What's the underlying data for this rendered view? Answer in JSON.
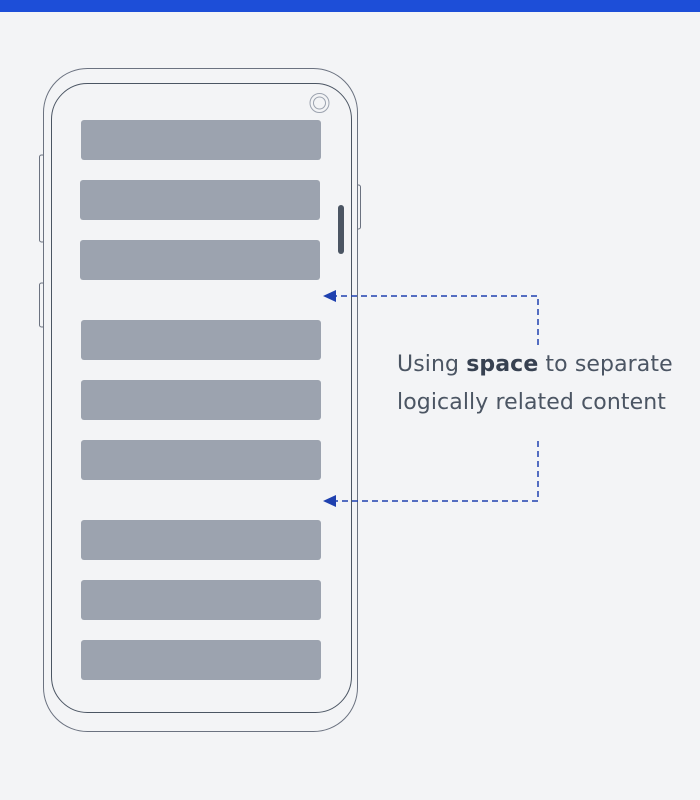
{
  "colors": {
    "accent_bar": "#1d4ed8",
    "background": "#f3f4f6",
    "placeholder_block": "#9ca3af",
    "phone_outline": "#6b7280",
    "arrow": "#1e40af",
    "text": "#4b5563"
  },
  "phone": {
    "groups": [
      {
        "blocks": 3
      },
      {
        "blocks": 3
      },
      {
        "blocks": 3
      }
    ]
  },
  "annotation": {
    "line1_before": "Using ",
    "line1_emphasis": "space",
    "line1_after": " to separate",
    "line2": "logically related content"
  },
  "icons": {
    "camera": "camera-icon",
    "arrow_upper": "arrow-left-icon",
    "arrow_lower": "arrow-left-icon"
  }
}
